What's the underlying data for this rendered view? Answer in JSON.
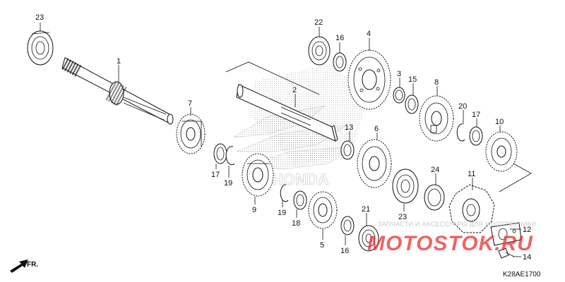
{
  "diagram": {
    "diagram_code": "K28AE1700",
    "direction_label": "FR.",
    "watermark_text": "ЗАПЧАСТИ И АКСЕССУАРЫ ДЛЯ МОТОТЕХНИКИ",
    "watermark_brand": "MOTOSTOK.RU",
    "logo_text": "HONDA",
    "callouts": [
      "1",
      "2",
      "3",
      "4",
      "5",
      "6",
      "7",
      "8",
      "9",
      "10",
      "11",
      "12",
      "13",
      "14",
      "15",
      "16",
      "16",
      "17",
      "17",
      "18",
      "19",
      "19",
      "20",
      "21",
      "22",
      "23",
      "23",
      "24"
    ]
  },
  "colors": {
    "line": "#111111",
    "watermark_red": "#e8322e",
    "watermark_grey": "#c8c8c8",
    "background": "#ffffff"
  }
}
